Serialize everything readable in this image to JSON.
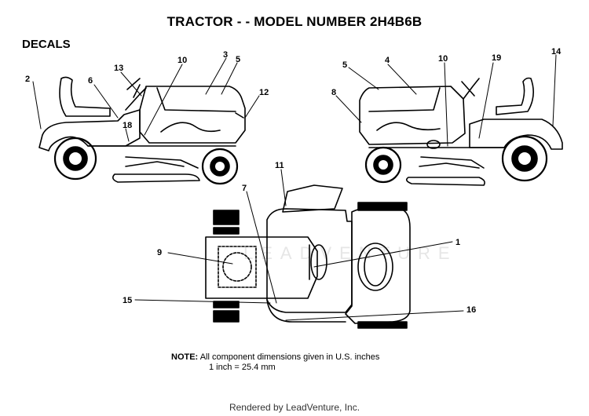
{
  "title": "TRACTOR - - MODEL NUMBER 2H4B6B",
  "section": "DECALS",
  "watermark": "LEADVENTURE",
  "callouts": {
    "c1": "1",
    "c2": "2",
    "c3": "3",
    "c4": "4",
    "c5a": "5",
    "c5b": "5",
    "c6": "6",
    "c7": "7",
    "c8": "8",
    "c9": "9",
    "c10a": "10",
    "c10b": "10",
    "c11": "11",
    "c12": "12",
    "c13": "13",
    "c14": "14",
    "c15": "15",
    "c16": "16",
    "c18": "18",
    "c19": "19"
  },
  "note": {
    "label": "NOTE:",
    "line1": "All component dimensions given in U.S. inches",
    "line2": "1 inch = 25.4 mm"
  },
  "footer": "Rendered by LeadVenture, Inc."
}
